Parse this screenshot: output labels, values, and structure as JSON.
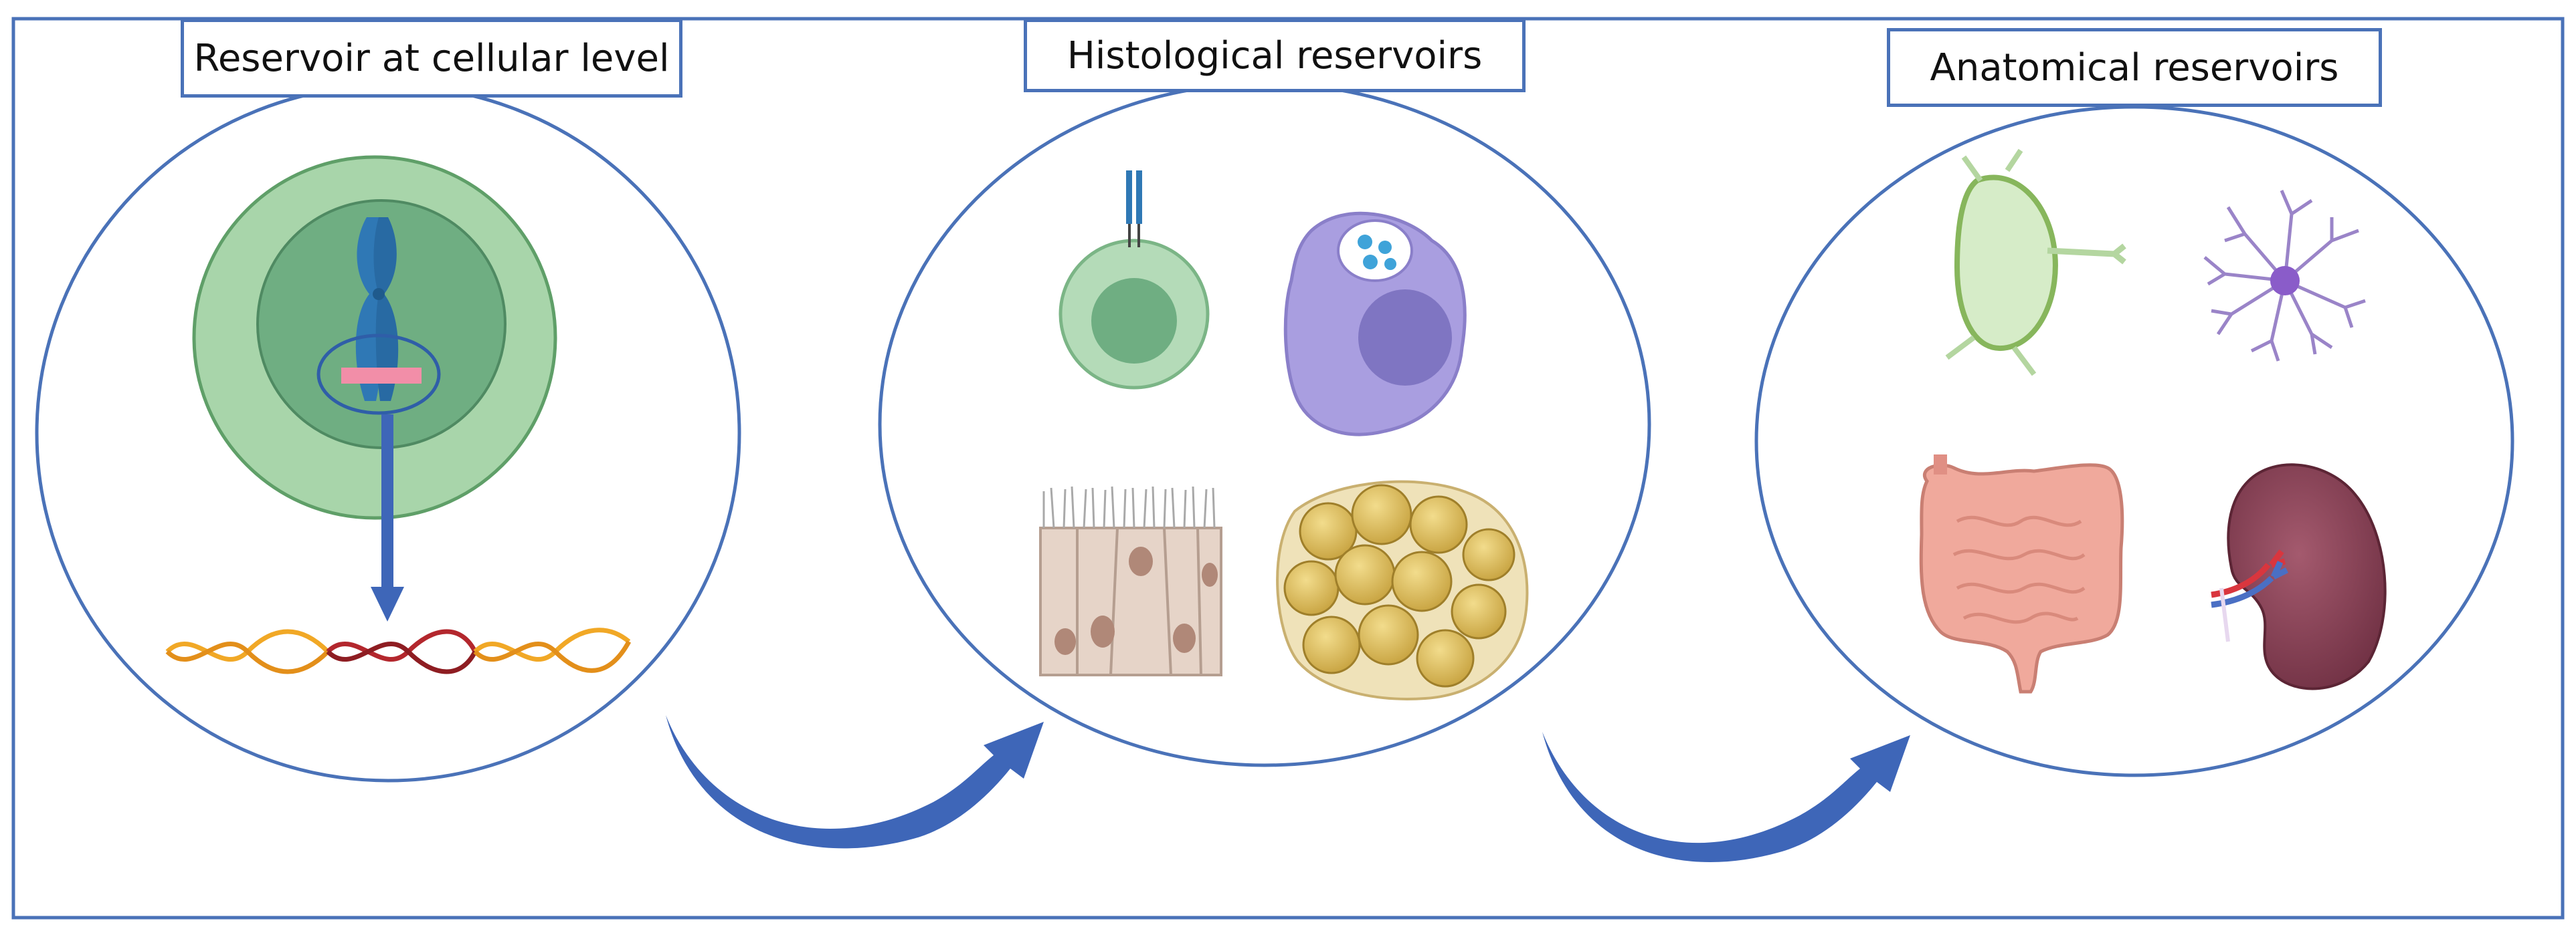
{
  "panels": [
    {
      "title": "Reservoir at cellular level",
      "content": [
        "cell-nucleus-icon",
        "chromosome-icon",
        "dna-double-helix-icon"
      ]
    },
    {
      "title": "Histological reservoirs",
      "content": [
        "t-cell-icon",
        "macrophage-icon",
        "epithelial-cells-icon",
        "adipose-tissue-icon"
      ]
    },
    {
      "title": "Anatomical reservoirs",
      "content": [
        "lymph-node-icon",
        "brain-cell-astrocyte-icon",
        "intestine-icon",
        "kidney-icon"
      ]
    }
  ],
  "colors": {
    "frame": "#4a72b8",
    "arrow": "#3e66b8",
    "cell_outer": "#a8d5aa",
    "cell_inner": "#6fae82",
    "chromosome": "#2f78b5",
    "marker": "#f28ea8",
    "dna_orange": "#f1a826",
    "dna_red": "#b3272d",
    "macrophage": "#a99ee0",
    "adipocyte": "#d8b854",
    "kidney": "#8d4459",
    "intestine": "#f0a99c"
  }
}
